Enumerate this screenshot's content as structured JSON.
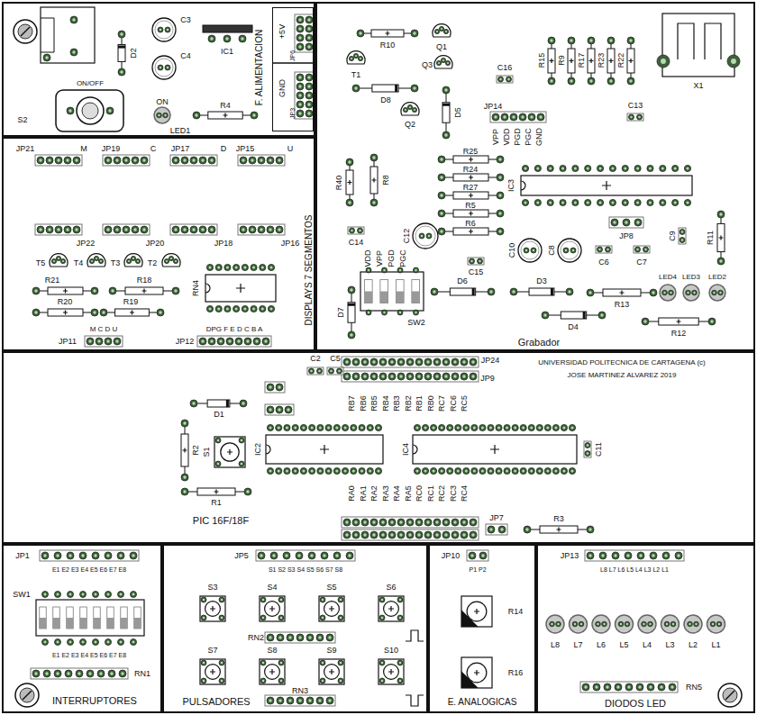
{
  "diagram": {
    "nodes": [
      {
        "text": [
          "F. ALIMENTACION"
        ]
      },
      {
        "text": [
          "+5V",
          "JP6",
          "GND",
          "JP3"
        ],
        "in": 0
      },
      {
        "text": [
          "DISPLAYS 7 SEGMENTOS"
        ]
      },
      {
        "text": [
          "Grabador"
        ]
      },
      {
        "text": [
          "PIC 16F/18F"
        ]
      },
      {
        "text": [
          "INTERRUPTORES"
        ]
      },
      {
        "text": [
          "PULSADORES"
        ]
      },
      {
        "text": [
          "E. ANALOGICAS"
        ]
      },
      {
        "text": [
          "DIODOS LED"
        ]
      }
    ],
    "labels": [
      "S2",
      "ON/OFF",
      "C3",
      "C4",
      "IC1",
      "D2",
      "ON",
      "LED1",
      "R4",
      "JP21",
      "M",
      "JP19",
      "C",
      "JP17",
      "D",
      "JP15",
      "U",
      "JP22",
      "JP20",
      "JP18",
      "JP16",
      "T5",
      "T4",
      "T3",
      "T2",
      "R21",
      "R18",
      "R20",
      "R19",
      "RN4",
      "M C D U",
      "JP11",
      "DPG F E D C B A",
      "JP12",
      "R10",
      "Q1",
      "T1",
      "D8",
      "Q3",
      "Q2",
      "D5",
      "C16",
      "R15",
      "R9",
      "R17",
      "R23",
      "R22",
      "X1",
      "C13",
      "JP14",
      "VPP",
      "VDD",
      "PGD",
      "PGC",
      "GND",
      "R25",
      "R24",
      "R27",
      "R5",
      "R6",
      "R40",
      "R8",
      "IC3",
      "C12",
      "C10",
      "C8",
      "JP8",
      "C9",
      "R11",
      "C14",
      "C15",
      "C6",
      "C7",
      "VDD",
      "VPP",
      "PGD",
      "PGC",
      "SW2",
      "D6",
      "D3",
      "D4",
      "R13",
      "R12",
      "D7",
      "LED4",
      "LED3",
      "LED2",
      "JP24",
      "JP9",
      "UNIVERSIDAD POLITECNICA DE CARTAGENA (c)",
      "JOSE MARTINEZ ALVAREZ 2019",
      "RB7",
      "RB6",
      "RB5",
      "RB4",
      "RB3",
      "RB2",
      "RB1",
      "RB0",
      "RC7",
      "RC6",
      "RC5",
      "C2",
      "C5",
      "D1",
      "R2",
      "S1",
      "IC2",
      "IC4",
      "C11",
      "R1",
      "RA0",
      "RA1",
      "RA2",
      "RA3",
      "RA4",
      "RA5",
      "RC0",
      "RC1",
      "RC2",
      "RC3",
      "RC4",
      "JP7",
      "R3",
      "JP1",
      "E1 E2 E3 E4 E5 E6 E7 E8",
      "SW1",
      "E1 E2 E3 E4 E5 E6 E7 E8",
      "RN1",
      "JP5",
      "S1 S2 S3 S4 S5 S6 S7 S8",
      "S3",
      "S4",
      "S5",
      "S6",
      "RN2",
      "S7",
      "S8",
      "S9",
      "S10",
      "RN3",
      "JP10",
      "P1 P2",
      "R14",
      "R16",
      "JP13",
      "L8 L7 L6 L5 L4 L3 L2 L1",
      "L8",
      "L7",
      "L6",
      "L5",
      "L4",
      "L3",
      "L2",
      "L1",
      "RN5"
    ]
  }
}
